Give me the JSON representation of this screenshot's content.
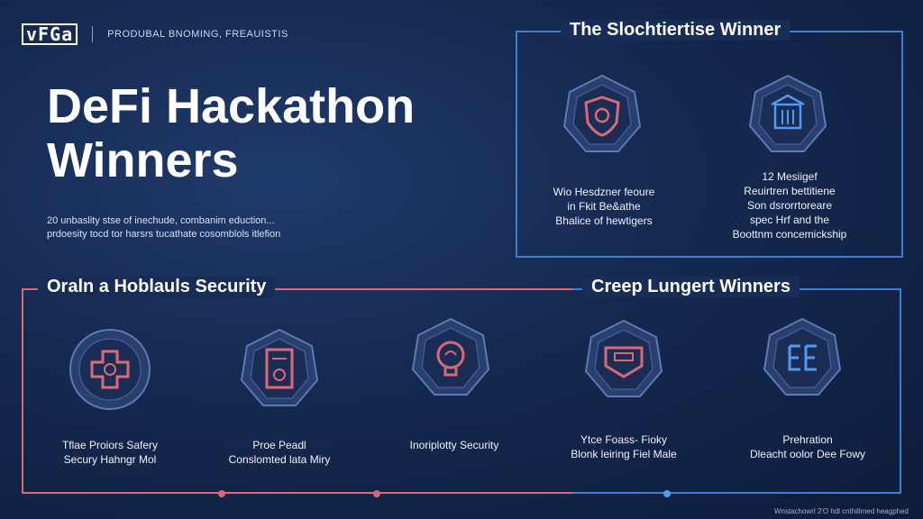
{
  "header": {
    "logo_text": "vFGa",
    "tagline": "PRODUBAL BNOMING, FREAUISTIS"
  },
  "hero": {
    "title_line1": "DeFi Hackathon",
    "title_line2": "Winners",
    "intro_line1": "20 unbaslity stse of inechude, combanim eduction...",
    "intro_line2": "prdoesity tocd tor harsrs tucathate cosomblols itlefion"
  },
  "top_section": {
    "title": "The Slochtiertise Winner",
    "winners": [
      {
        "icon": "shield-icon",
        "caption_lines": [
          "Wio Hesdzner feoure",
          "in Fkit Be&athe",
          "Bhalice of hewtigers"
        ]
      },
      {
        "icon": "building-icon",
        "caption_lines": [
          "12 Mesiigef",
          "Reuirtren bettitiene",
          "Son dsrorrtoreare",
          "spec Hrf and the",
          "Boottnm concemickship"
        ]
      }
    ]
  },
  "bottom_left_section": {
    "title": "Oraln a Hoblauls Security"
  },
  "bottom_right_section": {
    "title": "Creep Lungert Winners"
  },
  "bottom_winners": [
    {
      "icon": "medical-cross-icon",
      "caption_lines": [
        "Tflae Proiors Safery",
        "Secury Hahngr Mol"
      ]
    },
    {
      "icon": "document-icon",
      "caption_lines": [
        "Proe Peadl",
        "Conslomted lata Miry"
      ]
    },
    {
      "icon": "brain-icon",
      "caption_lines": [
        "Inoriplotty Security"
      ]
    },
    {
      "icon": "display-icon",
      "caption_lines": [
        "Ytce Foass- Fioky",
        "Blonk leiring Fiel Male"
      ]
    },
    {
      "icon": "code-icon",
      "caption_lines": [
        "Prehration",
        "Dleacht oolor Dee Fowy"
      ]
    }
  ],
  "footer": {
    "text": "Wnstachowrl 2'O hdl cnthillmed heagphed"
  },
  "colors": {
    "accent_red": "#d86a78",
    "accent_blue": "#3b7fd6",
    "badge_fill": "#2a3f6c"
  }
}
